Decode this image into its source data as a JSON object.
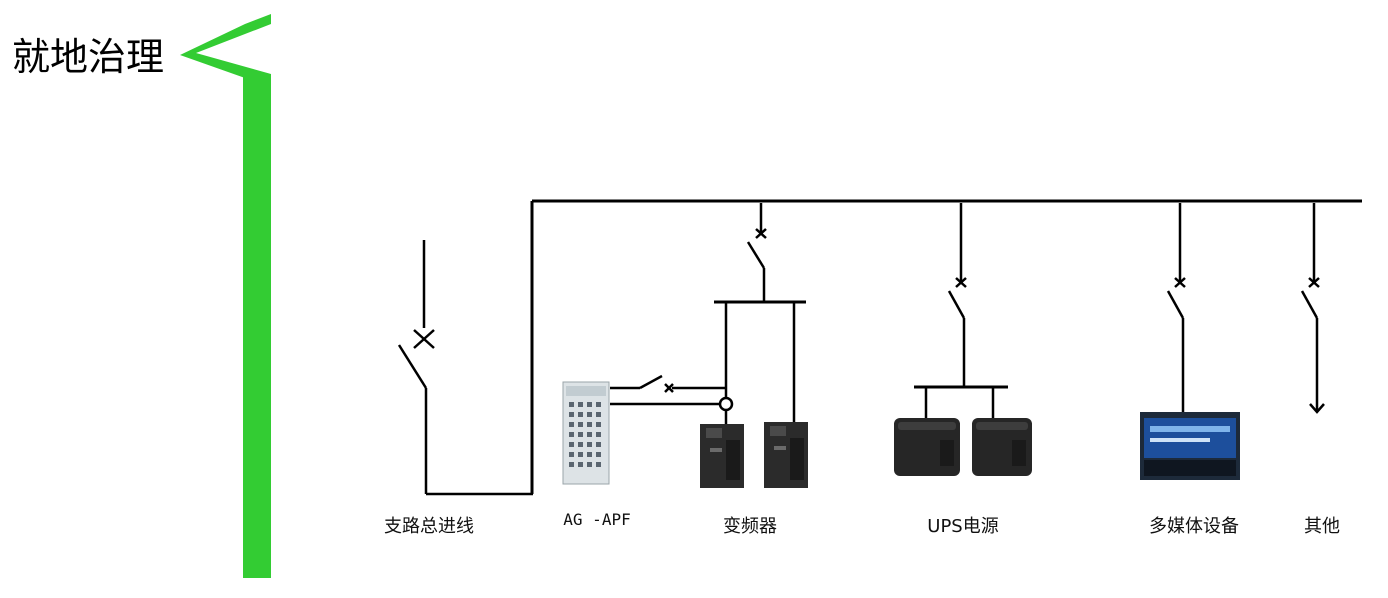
{
  "title": "就地治理",
  "labels": {
    "branch_incoming": "支路总进线",
    "apf": "AG -APF",
    "vfd": "变频器",
    "ups": "UPS电源",
    "multimedia": "多媒体设备",
    "other": "其他"
  },
  "colors": {
    "accent_green": "#33cc33",
    "line": "#000000",
    "device_dark": "#2b2b2b",
    "screen_blue": "#1d4f9c"
  }
}
